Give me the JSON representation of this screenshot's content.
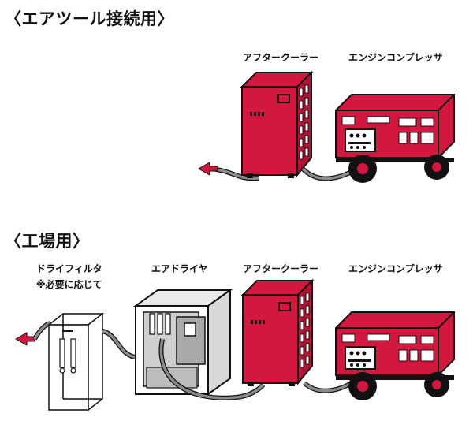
{
  "sections": [
    {
      "heading": "〈エアツール接続用〉",
      "labels": {
        "aftercooler": "アフタークーラー",
        "compressor": "エンジンコンプレッサ"
      }
    },
    {
      "heading": "〈工場用〉",
      "labels": {
        "dryfilter": "ドライフィルタ",
        "dryfilter_note": "※必要に応じて",
        "airdryer": "エアドライヤ",
        "aftercooler": "アフタークーラー",
        "compressor": "エンジンコンプレッサ"
      }
    }
  ],
  "colors": {
    "equipment_red": "#d3173e",
    "outline": "#111111",
    "hose": "#8a8a8a",
    "arrow": "#d3173e"
  },
  "icons": [
    "red-arrow-icon"
  ]
}
